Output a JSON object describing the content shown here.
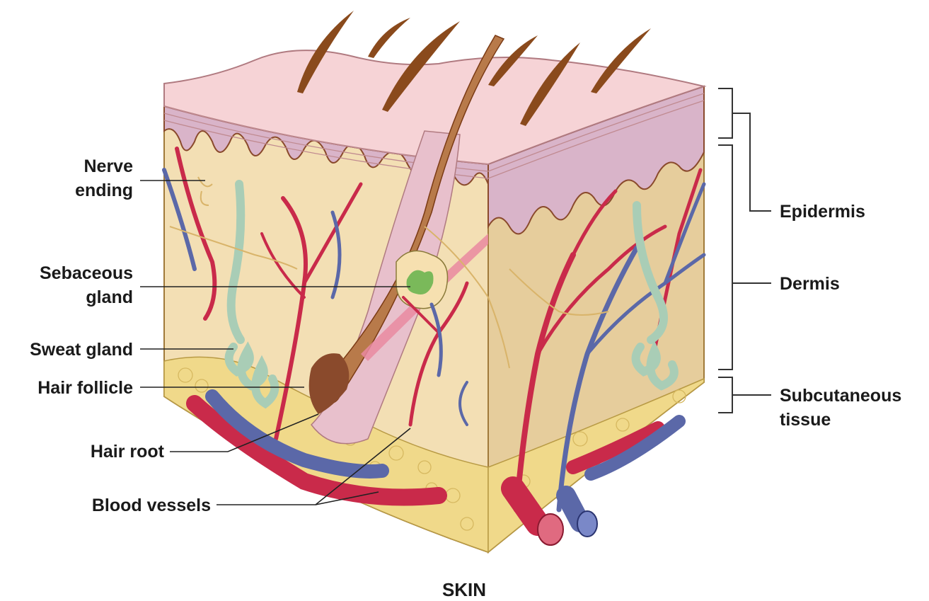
{
  "title": "SKIN",
  "left_labels": {
    "nerve_ending": [
      "Nerve",
      "ending"
    ],
    "sebaceous_gland": [
      "Sebaceous",
      "gland"
    ],
    "sweat_gland": "Sweat gland",
    "hair_follicle": "Hair follicle",
    "hair_root": "Hair root",
    "blood_vessels": "Blood vessels"
  },
  "right_labels": {
    "epidermis": "Epidermis",
    "dermis": "Dermis",
    "subcutaneous": [
      "Subcutaneous",
      "tissue"
    ]
  },
  "colors": {
    "epidermis_top": "#f6d3d6",
    "dermis": "#f3dfb4",
    "dermis_side": "#e6cd9c",
    "papillary_layer": "#d9b4c9",
    "fat": "#f0d98a",
    "artery": "#c92a4a",
    "vein": "#5b68a8",
    "hair": "#8a4a1c",
    "sweat_gland": "#a9cdb6",
    "sebaceous_gland": "#7ab95a",
    "nerve": "#d9b46a"
  }
}
